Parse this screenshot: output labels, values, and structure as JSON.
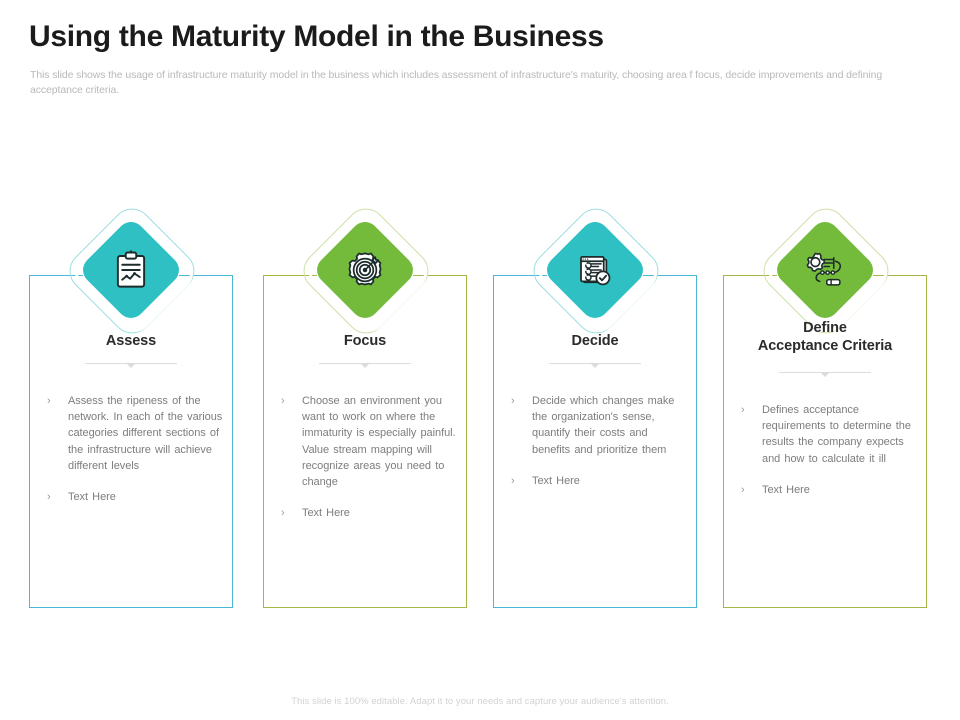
{
  "header": {
    "title": "Using the Maturity Model in the Business",
    "subtitle": "This slide shows the usage of infrastructure maturity model in the business which includes assessment of infrastructure's maturity, choosing area f focus, decide improvements and defining acceptance criteria."
  },
  "colors": {
    "teal": "#2fc0c3",
    "green": "#74bb3c",
    "teal_border": "#4bb7d4",
    "green_border": "#a9b544",
    "title_text": "#1b1b1b",
    "body_text": "#7d7d7d",
    "muted_text": "#b9b9b9"
  },
  "columns": [
    {
      "title": "Assess",
      "icon": "clipboard-chart-icon",
      "accent": "teal",
      "bullets": [
        "Assess the ripeness of the network. In each of the various categories different sections of the infrastructure will achieve different levels",
        "Text Here"
      ]
    },
    {
      "title": "Focus",
      "icon": "gear-target-icon",
      "accent": "green",
      "bullets": [
        "Choose an environment you want to work on where the immaturity is especially painful. Value stream mapping will recognize areas you need to change",
        "Text Here"
      ]
    },
    {
      "title": "Decide",
      "icon": "checklist-approved-icon",
      "accent": "teal",
      "bullets": [
        "Decide which changes make the organization's sense, quantify their costs and benefits and prioritize them",
        "Text Here"
      ]
    },
    {
      "title": "Define\nAcceptance Criteria",
      "title_line1": "Define",
      "title_line2": "Acceptance Criteria",
      "icon": "gear-process-pen-icon",
      "accent": "green",
      "bullets": [
        "Defines acceptance requirements to determine the results the company expects and how to calculate it ill",
        "Text Here"
      ]
    }
  ],
  "footer": {
    "note": "This slide is 100% editable. Adapt it to your needs and capture your audience's attention."
  },
  "bullet_marker": "›"
}
